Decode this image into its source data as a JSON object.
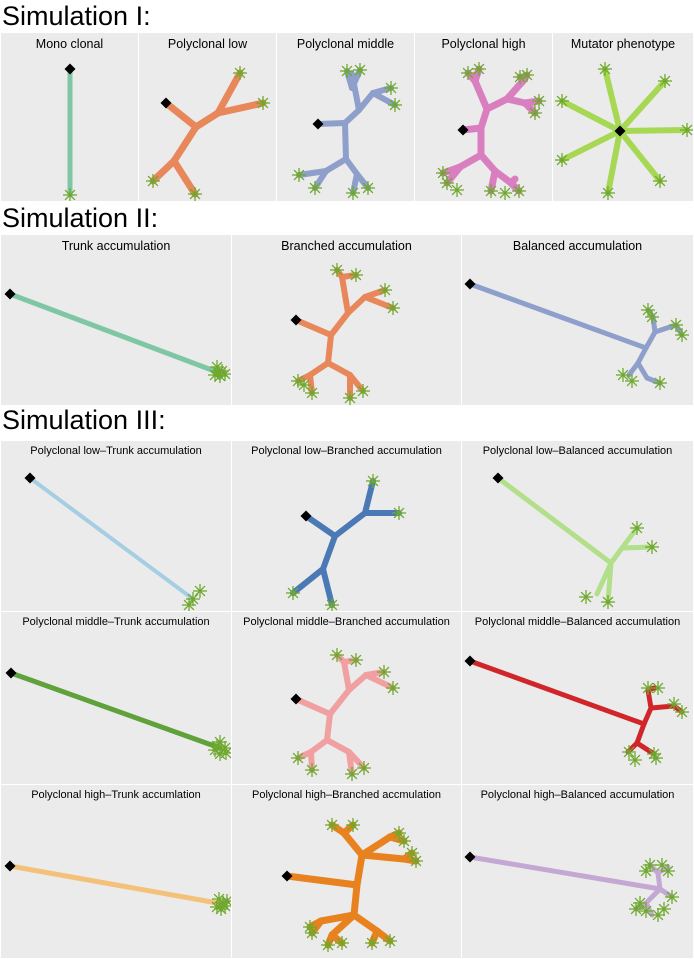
{
  "sections": {
    "sim1": "Simulation I:",
    "sim2": "Simulation II:",
    "sim3": "Simulation III:"
  },
  "panels": {
    "mono_clonal": "Mono clonal",
    "polyclonal_low": "Polyclonal low",
    "polyclonal_middle": "Polyclonal middle",
    "polyclonal_high": "Polyclonal high",
    "mutator_phenotype": "Mutator phenotype",
    "trunk_accumulation": "Trunk accumulation",
    "branched_accumulation": "Branched accumulation",
    "balanced_accumulation": "Balanced accumulation",
    "pl_trunk": "Polyclonal low–Trunk accumulation",
    "pl_branched": "Polyclonal low–Branched accumulation",
    "pl_balanced": "Polyclonal low–Balanced accumulation",
    "pm_trunk": "Polyclonal middle–Trunk accumulation",
    "pm_branched": "Polyclonal middle–Branched accumulation",
    "pm_balanced": "Polyclonal middle–Balanced accumulation",
    "ph_trunk": "Polyclonal high–Trunk accumlation",
    "ph_branched": "Polyclonal high–Branched accmulation",
    "ph_balanced": "Polyclonal high–Balanced accumulation"
  },
  "colors": {
    "mono_clonal": "#7fc6a4",
    "polyclonal_low": "#e8875a",
    "polyclonal_middle": "#8e9fcb",
    "polyclonal_high": "#d97fc0",
    "mutator_phenotype": "#a6d854",
    "trunk_accumulation": "#7fc6a4",
    "branched_accumulation": "#e8875a",
    "balanced_accumulation": "#8e9fcb",
    "pl_trunk": "#a6cee3",
    "pl_branched": "#4a79b5",
    "pl_balanced": "#b2df8a",
    "pm_trunk": "#5fa13a",
    "pm_branched": "#f0a0a0",
    "pm_balanced": "#d0262a",
    "ph_trunk": "#f3c17a",
    "ph_branched": "#e8821e",
    "ph_balanced": "#c3a8d3",
    "leaf_marker": "#6ea82e",
    "root_marker": "#000000",
    "panel_background": "#ebebeb"
  },
  "icons": {
    "root": "black-diamond-root-icon",
    "leaf": "green-asterisk-leaf-icon"
  }
}
